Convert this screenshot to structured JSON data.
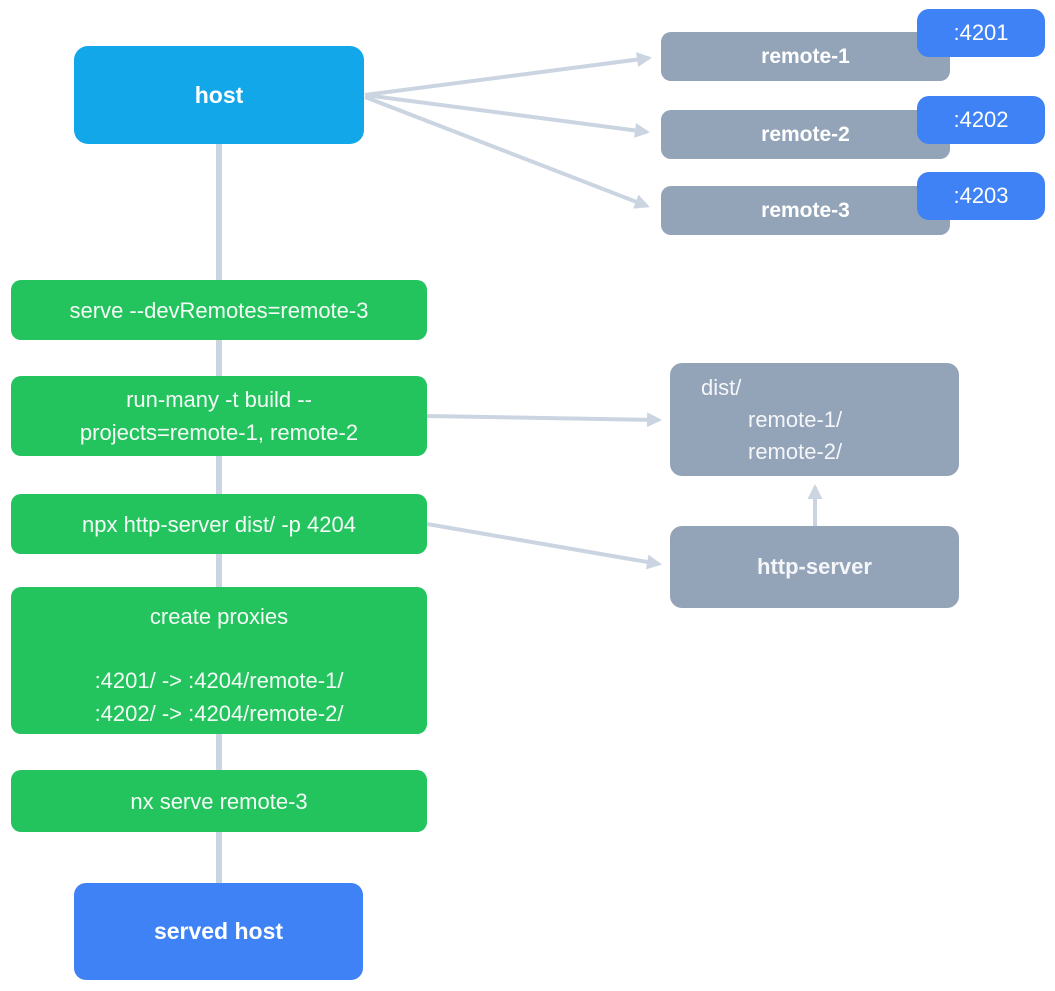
{
  "colors": {
    "host_box": "#12a7e8",
    "remote_box": "#93a3b8",
    "port_badge": "#3e82f5",
    "command_box": "#23c45e",
    "served_host_box": "#3e82f5",
    "connector": "#cbd5e1",
    "text": "#ffffff"
  },
  "host": {
    "label": "host"
  },
  "remotes": [
    {
      "label": "remote-1",
      "port": ":4201"
    },
    {
      "label": "remote-2",
      "port": ":4202"
    },
    {
      "label": "remote-3",
      "port": ":4203"
    }
  ],
  "commands": {
    "serve_dev_remotes": "serve --devRemotes=remote-3",
    "build_line_1": "run-many -t build --",
    "build_line_2": "projects=remote-1, remote-2",
    "http_server_cmd": "npx http-server dist/ -p 4204",
    "proxies_title": "create proxies",
    "proxy_1": ":4201/ -> :4204/remote-1/",
    "proxy_2": ":4202/ -> :4204/remote-2/",
    "nx_serve": "nx serve remote-3"
  },
  "dist": {
    "root": "dist/",
    "children": [
      "remote-1/",
      "remote-2/"
    ]
  },
  "http_server": {
    "label": "http-server"
  },
  "served_host": {
    "label": "served host"
  }
}
